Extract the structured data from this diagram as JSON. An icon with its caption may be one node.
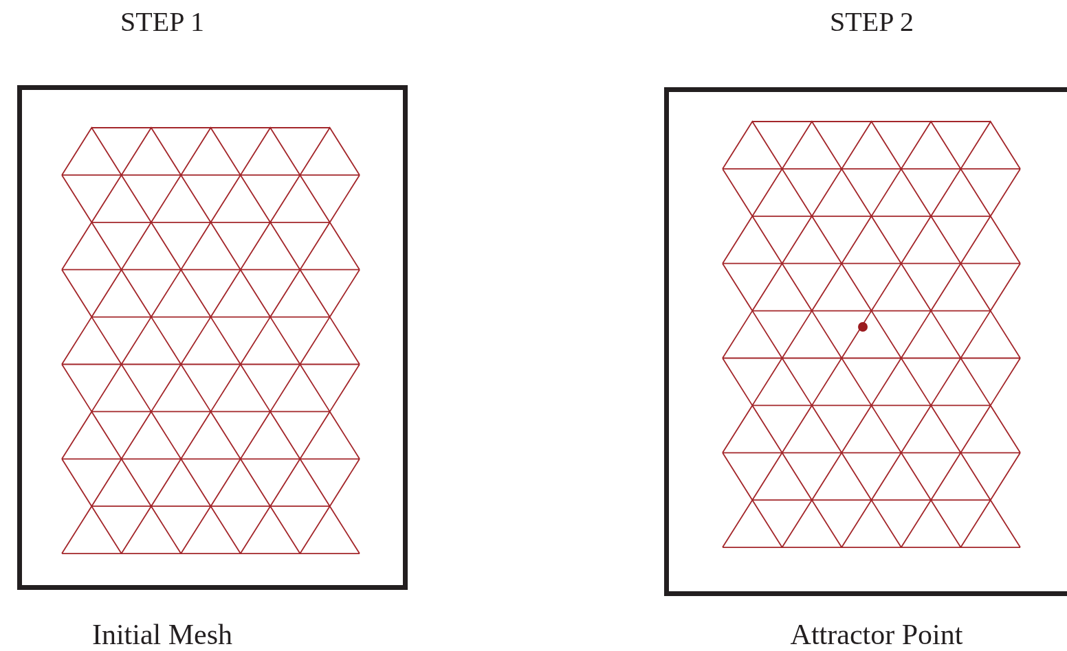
{
  "diagram": {
    "nodes": [
      {
        "text": [
          "STEP 1"
        ],
        "beside": [
          "Initial Mesh"
        ]
      },
      {
        "text": [
          "STEP 2"
        ],
        "beside": [
          "Attractor Point"
        ]
      }
    ]
  }
}
